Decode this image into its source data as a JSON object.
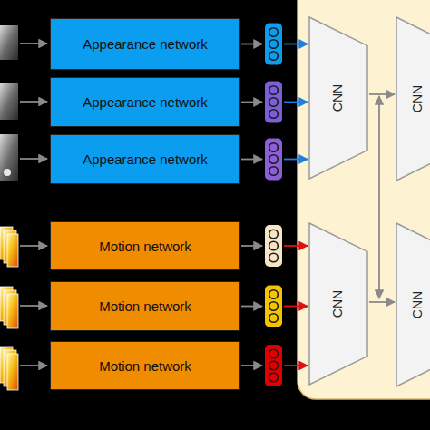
{
  "diagram": {
    "nodes": [
      {
        "text": [
          "Appearance network"
        ]
      },
      {
        "text": [
          "Appearance network"
        ]
      },
      {
        "text": [
          "Appearance network"
        ]
      },
      {
        "text": [
          "Motion network"
        ]
      },
      {
        "text": [
          "Motion network"
        ]
      },
      {
        "text": [
          "Motion network"
        ]
      },
      {
        "text": [
          "CNN"
        ]
      },
      {
        "text": [
          "CNN"
        ]
      },
      {
        "text": [
          "CNN"
        ]
      },
      {
        "text": [
          "CNN"
        ]
      }
    ],
    "edges": [
      {
        "from": 0,
        "to": 6,
        "arrow": "to"
      },
      {
        "from": 1,
        "to": 6,
        "arrow": "to"
      },
      {
        "from": 2,
        "to": 6,
        "arrow": "to"
      },
      {
        "from": 3,
        "to": 8,
        "arrow": "to"
      },
      {
        "from": 4,
        "to": 8,
        "arrow": "to"
      },
      {
        "from": 5,
        "to": 8,
        "arrow": "to"
      },
      {
        "from": 6,
        "to": 7,
        "arrow": "to"
      },
      {
        "from": 8,
        "to": 9,
        "arrow": "to"
      }
    ]
  }
}
